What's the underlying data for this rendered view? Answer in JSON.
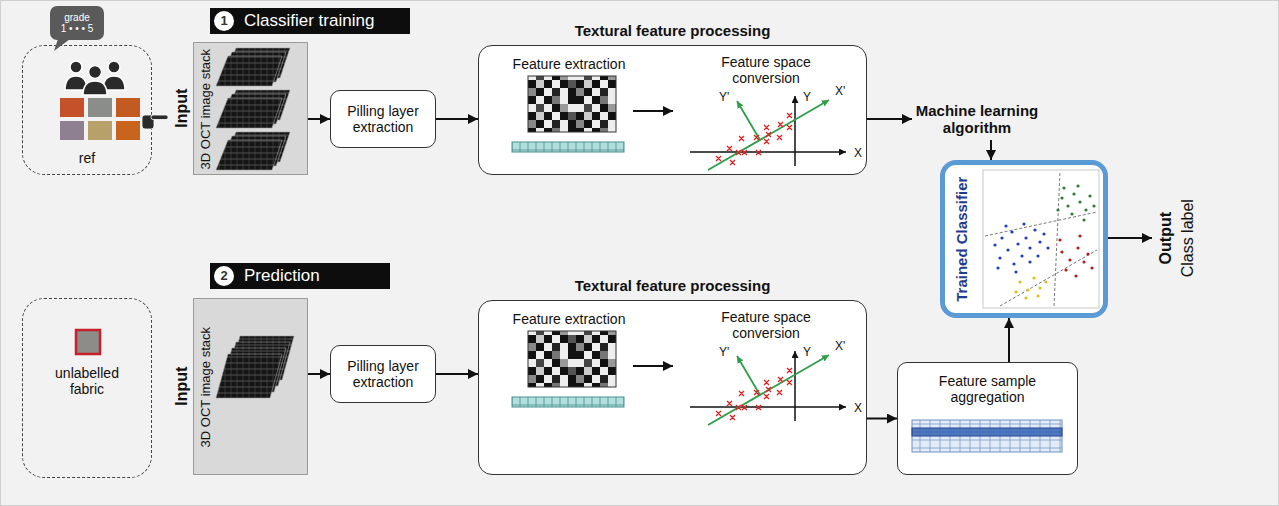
{
  "diagram": {
    "nodes": [
      {
        "text": [
          "grade",
          "1 • • • 5"
        ]
      },
      {
        "text": [
          "ref"
        ]
      },
      {
        "text": [
          "Classifier training"
        ]
      },
      {
        "text": [
          "1"
        ],
        "in": 2
      },
      {
        "text": [
          "3D OCT image stack"
        ]
      },
      {
        "text": [
          "Pilling layer extraction"
        ]
      },
      {
        "text": [
          "Textural feature processing"
        ]
      },
      {
        "text": [
          "Feature extraction"
        ],
        "in": 6
      },
      {
        "text": [
          "Feature space conversion"
        ],
        "in": 6
      },
      {
        "text": [
          "Machine learning algorithm"
        ]
      },
      {
        "text": [
          "Trained Classifier"
        ]
      },
      {
        "text": [
          "Output",
          "Class label"
        ]
      },
      {
        "text": [
          "Prediction"
        ]
      },
      {
        "text": [
          "2"
        ],
        "in": 12
      },
      {
        "text": [
          "unlabelled fabric"
        ]
      },
      {
        "text": [
          "3D OCT image stack"
        ]
      },
      {
        "text": [
          "Pilling layer extraction"
        ]
      },
      {
        "text": [
          "Textural feature processing"
        ]
      },
      {
        "text": [
          "Feature extraction"
        ],
        "in": 17
      },
      {
        "text": [
          "Feature space conversion"
        ],
        "in": 17
      },
      {
        "text": [
          "Feature sample aggregation"
        ]
      }
    ],
    "edges": [
      {
        "from": 4,
        "to": 5,
        "arrow": "to"
      },
      {
        "from": 5,
        "to": 6,
        "arrow": "to"
      },
      {
        "from": 7,
        "to": 8,
        "arrow": "to"
      },
      {
        "from": 6,
        "to": 9,
        "arrow": "to"
      },
      {
        "from": 9,
        "to": 10,
        "arrow": "to"
      },
      {
        "from": 10,
        "to": 11,
        "arrow": "to"
      },
      {
        "from": 15,
        "to": 16,
        "arrow": "to"
      },
      {
        "from": 16,
        "to": 17,
        "arrow": "to"
      },
      {
        "from": 18,
        "to": 19,
        "arrow": "to"
      },
      {
        "from": 17,
        "to": 20,
        "arrow": "to"
      },
      {
        "from": 20,
        "to": 10,
        "arrow": "to"
      }
    ],
    "labels": [
      "Input",
      "Y'",
      "Y",
      "X'",
      "X",
      "Input",
      "Y'",
      "Y",
      "X'",
      "X"
    ]
  }
}
